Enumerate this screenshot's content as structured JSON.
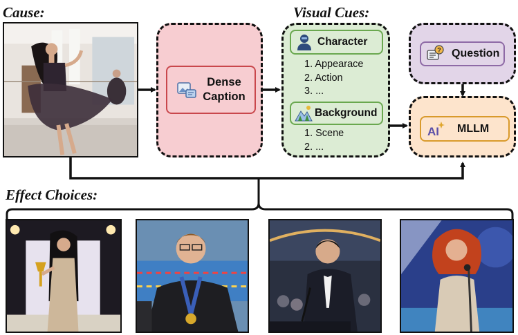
{
  "headers": {
    "cause": "Cause:",
    "visual_cues": "Visual Cues:",
    "effect_choices": "Effect Choices:"
  },
  "dense_caption": {
    "line1": "Dense",
    "line2": "Caption"
  },
  "character": {
    "label": "Character",
    "items": [
      "1. Appearace",
      "2. Action",
      "3. ..."
    ]
  },
  "background": {
    "label": "Background",
    "items": [
      "1. Scene",
      "2. ..."
    ]
  },
  "question": {
    "label": "Question"
  },
  "mllm": {
    "label": "MLLM"
  },
  "icons": {
    "caption": "image-caption-icon",
    "character": "person-avatar-icon",
    "background": "landscape-icon",
    "question": "question-chat-icon",
    "mllm": "ai-sparkle-icon"
  },
  "colors": {
    "caption_bg": "#f7cdd1",
    "caption_border": "#c9474c",
    "cues_bg": "#dcecd4",
    "cues_border": "#6aa84f",
    "question_bg": "#e2d5e8",
    "question_border": "#8e6aa6",
    "mllm_bg": "#fde4cc",
    "mllm_border": "#d99a2b",
    "line": "#111111"
  },
  "effect_images": [
    "award-winner-photo",
    "swimmer-medal-photo",
    "speaker-podium-photo",
    "singer-stage-photo"
  ]
}
